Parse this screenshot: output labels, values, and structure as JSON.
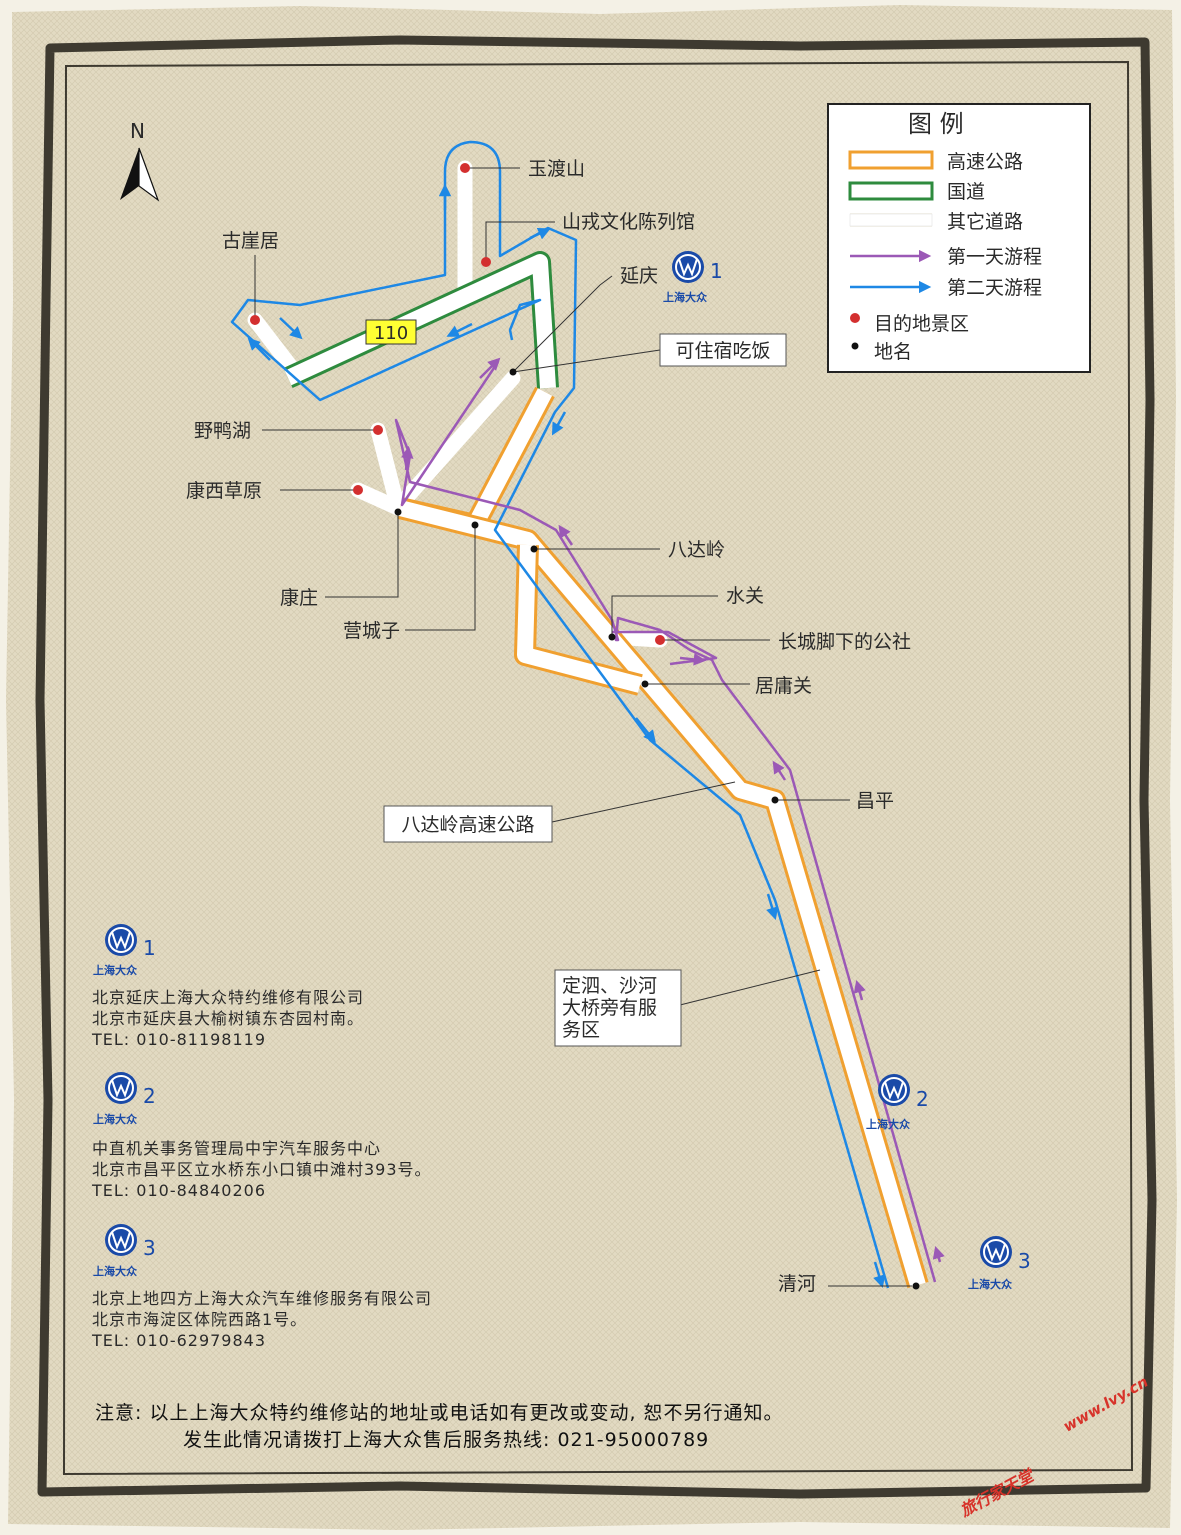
{
  "legend": {
    "title": "图    例",
    "items": [
      {
        "key": "expressway",
        "label": "高速公路"
      },
      {
        "key": "national",
        "label": "国道"
      },
      {
        "key": "other",
        "label": "其它道路"
      },
      {
        "key": "day1",
        "label": "第一天游程"
      },
      {
        "key": "day2",
        "label": "第二天游程"
      },
      {
        "key": "scenic",
        "label": "目的地景区"
      },
      {
        "key": "place",
        "label": "地名"
      }
    ]
  },
  "compass": {
    "label": "N"
  },
  "road_badge": "110",
  "places": {
    "yudushan": "玉渡山",
    "shanrong": "山戎文化陈列馆",
    "guyaju": "古崖居",
    "yanqing": "延庆",
    "kezhusu": "可住宿吃饭",
    "yeyahu": "野鸭湖",
    "kangxi": "康西草原",
    "kangzhuang": "康庄",
    "yingchengzi": "营城子",
    "badaling": "八达岭",
    "shuiguan": "水关",
    "changcheng": "长城脚下的公社",
    "juyongguan": "居庸关",
    "changping": "昌平",
    "badaling_expy": "八达岭高速公路",
    "service_area": [
      "定泗、沙河",
      "大桥旁有服",
      "务区"
    ],
    "qinghe": "清河"
  },
  "vw": {
    "brand": "上海大众",
    "nums": [
      "1",
      "2",
      "3"
    ]
  },
  "dealers": [
    {
      "num": "1",
      "name": "北京延庆上海大众特约维修有限公司",
      "addr": "北京市延庆县大榆树镇东杏园村南。",
      "tel": "TEL: 010-81198119"
    },
    {
      "num": "2",
      "name": "中直机关事务管理局中宇汽车服务中心",
      "addr": "北京市昌平区立水桥东小口镇中滩村393号。",
      "tel": "TEL: 010-84840206"
    },
    {
      "num": "3",
      "name": "北京上地四方上海大众汽车维修服务有限公司",
      "addr": "北京市海淀区体院西路1号。",
      "tel": "TEL: 010-62979843"
    }
  ],
  "notice": {
    "line1": "注意:   以上上海大众特约维修站的地址或电话如有更改或变动, 恕不另行通知。",
    "line2": "发生此情况请拨打上海大众售后服务热线: 021-95000789"
  },
  "watermark": {
    "url": "www.lvy.cn",
    "site": "旅行家天堂"
  },
  "colors": {
    "expressway_edge": "#f0a030",
    "national_edge": "#2e8b3e",
    "day1": "#9b59b6",
    "day2": "#1e88e5",
    "scenic": "#d32f2f",
    "paper": "#e4dcc4",
    "frame": "#3e3a30",
    "vw_blue": "#1a4aa8",
    "badge": "#ffff33"
  }
}
